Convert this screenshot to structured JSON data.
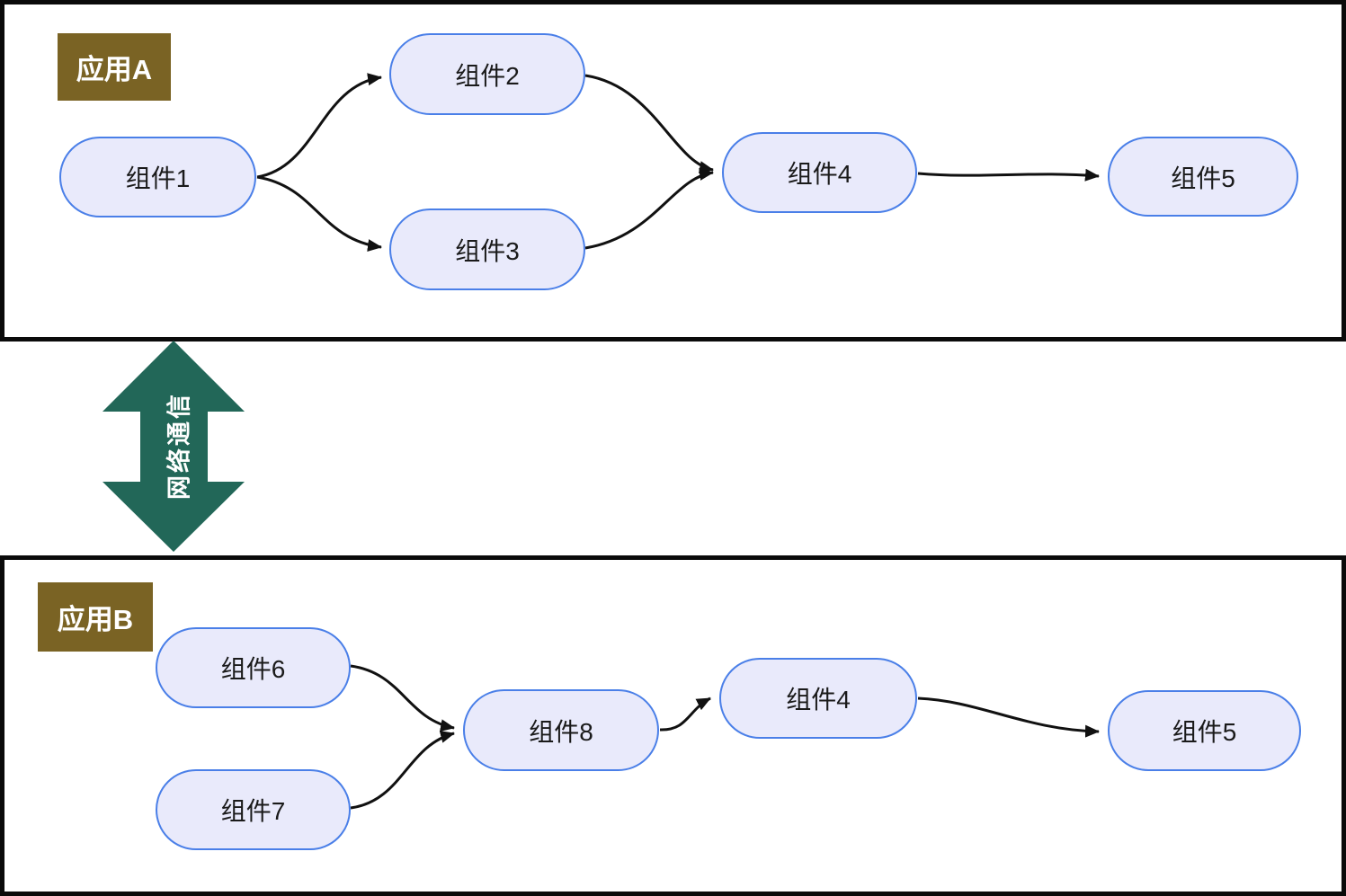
{
  "app_a": {
    "label": "应用A",
    "nodes": [
      {
        "id": "n1",
        "label": "组件1"
      },
      {
        "id": "n2",
        "label": "组件2"
      },
      {
        "id": "n3",
        "label": "组件3"
      },
      {
        "id": "n4",
        "label": "组件4"
      },
      {
        "id": "n5",
        "label": "组件5"
      }
    ]
  },
  "app_b": {
    "label": "应用B",
    "nodes": [
      {
        "id": "n6",
        "label": "组件6"
      },
      {
        "id": "n7",
        "label": "组件7"
      },
      {
        "id": "n8",
        "label": "组件8"
      },
      {
        "id": "n4",
        "label": "组件4"
      },
      {
        "id": "n5",
        "label": "组件5"
      }
    ]
  },
  "network_link": {
    "label": "网络通信",
    "direction": "bidirectional"
  },
  "edges": [
    {
      "section": "应用A",
      "from": "组件1",
      "to": "组件2"
    },
    {
      "section": "应用A",
      "from": "组件1",
      "to": "组件3"
    },
    {
      "section": "应用A",
      "from": "组件2",
      "to": "组件4"
    },
    {
      "section": "应用A",
      "from": "组件3",
      "to": "组件4"
    },
    {
      "section": "应用A",
      "from": "组件4",
      "to": "组件5"
    },
    {
      "section": "应用B",
      "from": "组件6",
      "to": "组件8"
    },
    {
      "section": "应用B",
      "from": "组件7",
      "to": "组件8"
    },
    {
      "section": "应用B",
      "from": "组件8",
      "to": "组件4"
    },
    {
      "section": "应用B",
      "from": "组件4",
      "to": "组件5"
    }
  ],
  "colors": {
    "node_fill": "#e9eafb",
    "node_border": "#4a7fe8",
    "section_border": "#0a0a0a",
    "app_label_bg": "#7a6324",
    "app_label_text": "#ffffff",
    "network_arrow": "#226758",
    "edge_color": "#111111",
    "node_text": "#1a1a1a"
  }
}
